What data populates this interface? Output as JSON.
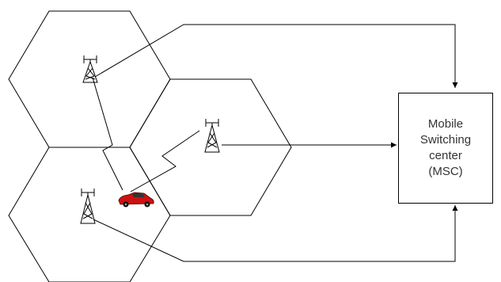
{
  "diagram": {
    "msc": {
      "lines": [
        "Mobile",
        "Switching",
        "center",
        "(MSC)"
      ]
    },
    "colors": {
      "stroke": "#000000",
      "car_body": "#cc1111",
      "text": "#333333"
    },
    "elements": {
      "cells": 3,
      "base_stations": 3,
      "mobile_unit": "car-icon"
    }
  }
}
